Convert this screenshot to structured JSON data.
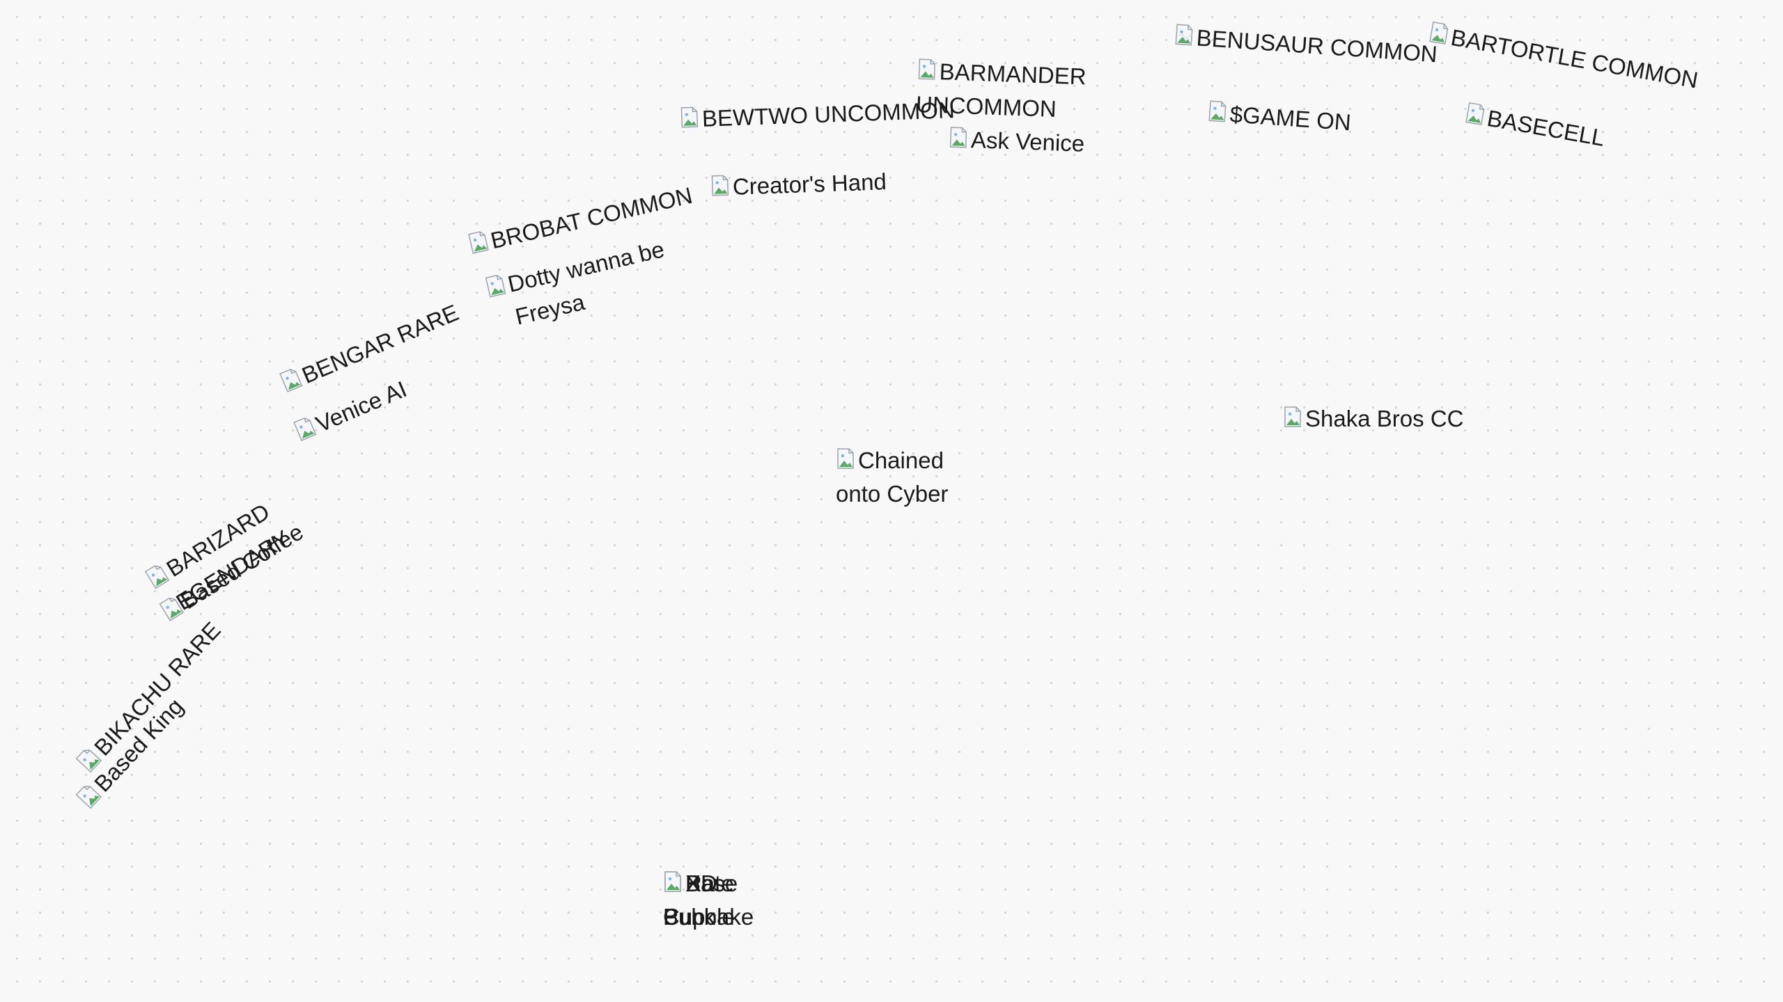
{
  "nodes": {
    "benusaur": {
      "label": "BENUSAUR COMMON",
      "icon": "broken-image-icon"
    },
    "bartortle": {
      "label": "BARTORTLE COMMON",
      "icon": "broken-image-icon"
    },
    "barmander": {
      "label": "BARMANDER UNCOMMON",
      "icon": "broken-image-icon"
    },
    "bewtwo": {
      "label": "BEWTWO UNCOMMON",
      "icon": "broken-image-icon"
    },
    "game_on": {
      "label": "$GAME ON",
      "icon": "broken-image-icon"
    },
    "basecell": {
      "label": "BASECELL",
      "icon": "broken-image-icon"
    },
    "ask_venice": {
      "label": "Ask Venice",
      "icon": "broken-image-icon"
    },
    "creators_hand": {
      "label": "Creator's Hand",
      "icon": "broken-image-icon"
    },
    "brobat": {
      "label": "BROBAT COMMON",
      "icon": "broken-image-icon"
    },
    "dotty": {
      "label": "Dotty wanna be Freysa",
      "icon": "broken-image-icon"
    },
    "bengar": {
      "label": "BENGAR RARE",
      "icon": "broken-image-icon"
    },
    "venice_ai": {
      "label": "Venice AI",
      "icon": "broken-image-icon"
    },
    "shaka": {
      "label": "Shaka Bros CC",
      "icon": "broken-image-icon"
    },
    "chained": {
      "label": "Chained onto Cyber",
      "icon": "broken-image-icon"
    },
    "barizard": {
      "label": "BARIZARD LEGENDARY",
      "icon": "broken-image-icon"
    },
    "based_coffee": {
      "label": "Based Coffee",
      "icon": "broken-image-icon"
    },
    "bikachu": {
      "label": "BIKACHU RARE",
      "icon": "broken-image-icon"
    },
    "based_king": {
      "label": "Based King",
      "icon": "broken-image-icon"
    },
    "stack_a": {
      "label": "Rate Cupcake",
      "icon": "broken-image-icon"
    },
    "stack_b": {
      "label": "XD Punk",
      "icon": "broken-image-icon"
    },
    "stack_c": {
      "label": "Base Bubble",
      "icon": "broken-image-icon"
    }
  }
}
